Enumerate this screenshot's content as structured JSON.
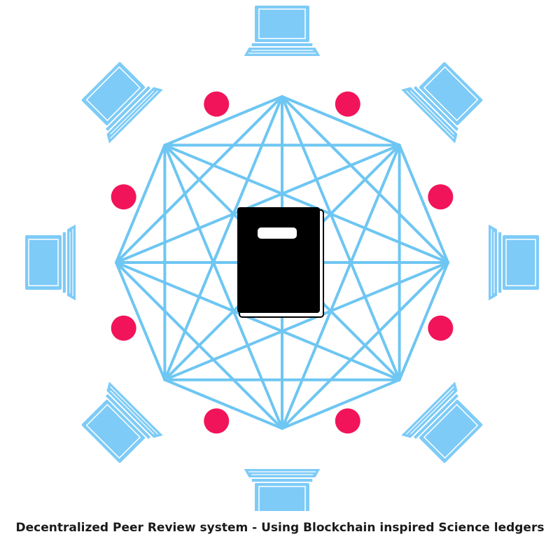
{
  "caption": "Decentralized Peer Review system - Using Blockchain inspired Science ledgers",
  "colors": {
    "network_edges": "#6ec6f2",
    "laptop_fill": "#7ecbf7",
    "laptop_stroke": "#ffffff",
    "review_node": "#f2145a",
    "ledger_book": "#000000",
    "ledger_label": "#ffffff",
    "background": "#ffffff"
  },
  "icons": {
    "peer_laptop": "laptop-icon",
    "review_node": "review-node-dot",
    "central_ledger": "ledger-book-icon"
  },
  "network": {
    "peer_count": 8,
    "review_node_count": 8,
    "topology": "fully connected octagon"
  }
}
